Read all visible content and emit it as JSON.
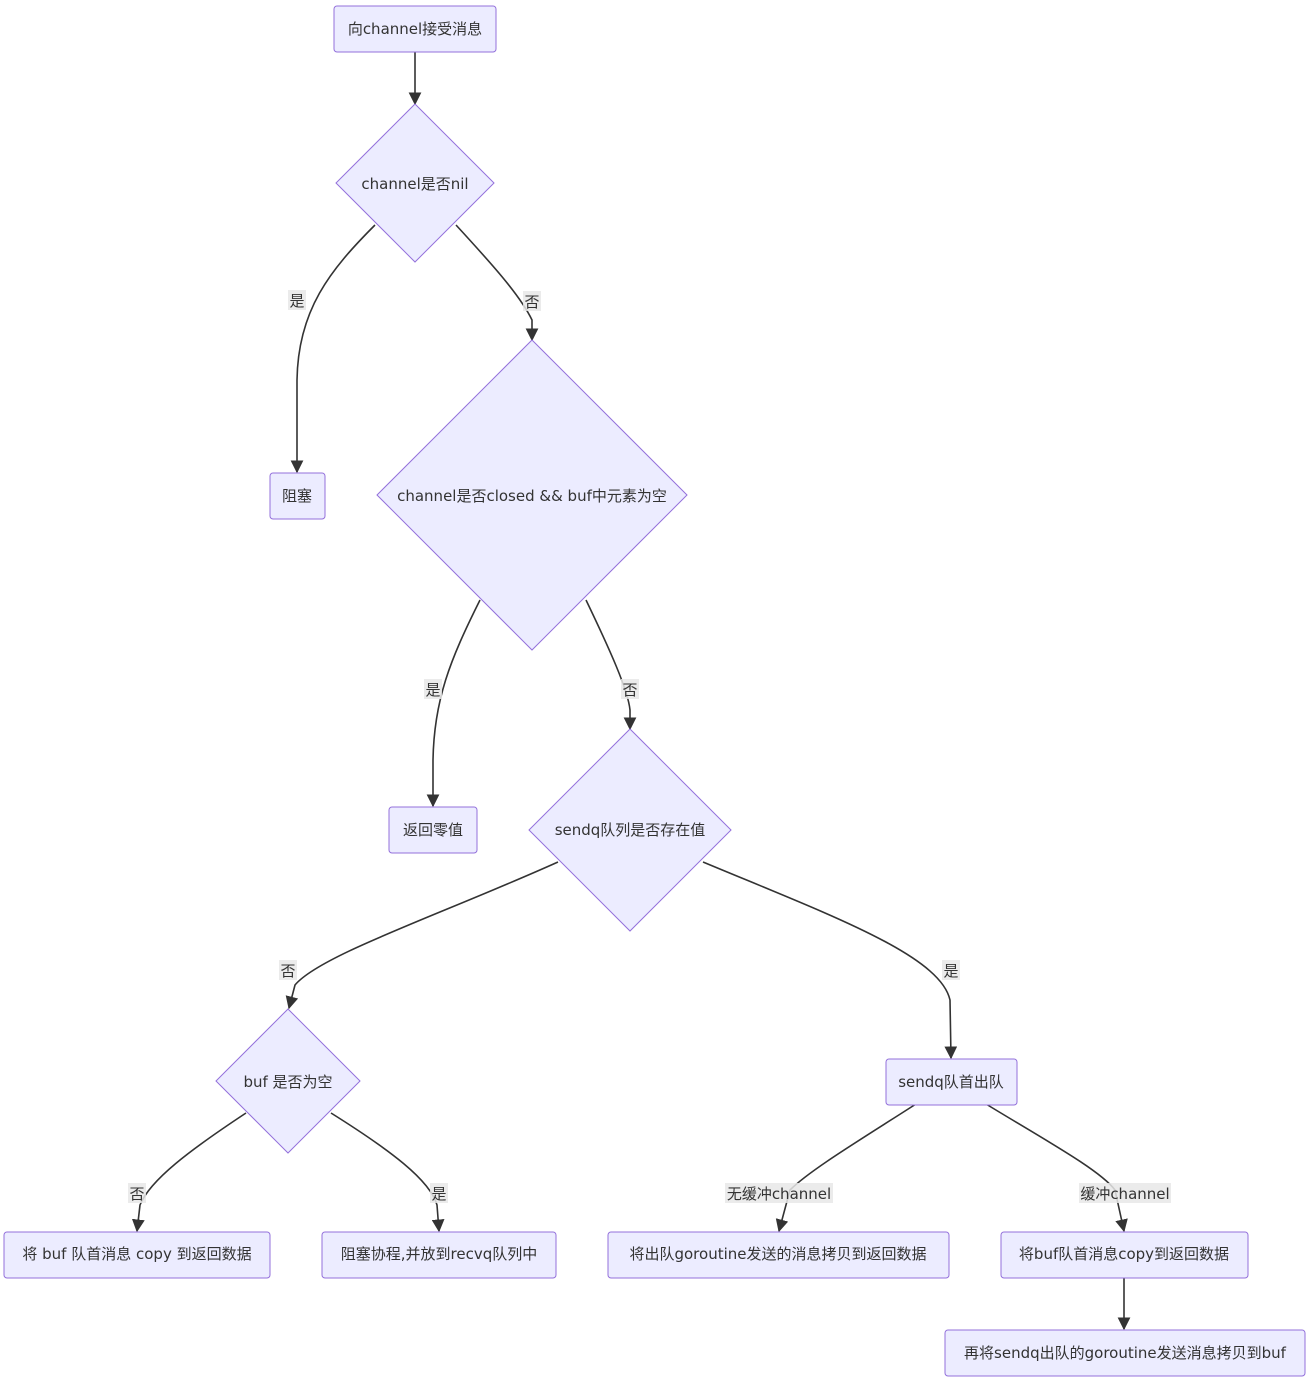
{
  "diagram": {
    "nodes": {
      "start": "向channel接受消息",
      "is_nil": "channel是否nil",
      "block": "阻塞",
      "closed_empty": "channel是否closed && buf中元素为空",
      "return_zero": "返回零值",
      "sendq_exists": "sendq队列是否存在值",
      "buf_empty": "buf 是否为空",
      "sendq_dequeue": "sendq队首出队",
      "copy_buf": "将 buf 队首消息 copy 到返回数据",
      "block_recvq": "阻塞协程,并放到recvq队列中",
      "copy_goroutine": "将出队goroutine发送的消息拷贝到返回数据",
      "copy_buf_head": "将buf队首消息copy到返回数据",
      "copy_to_buf": "再将sendq出队的goroutine发送消息拷贝到buf"
    },
    "edge_labels": {
      "nil_yes": "是",
      "nil_no": "否",
      "closed_yes": "是",
      "closed_no": "否",
      "sendq_no": "否",
      "sendq_yes": "是",
      "buf_no": "否",
      "buf_yes": "是",
      "unbuffered": "无缓冲channel",
      "buffered": "缓冲channel"
    },
    "colors": {
      "node_fill": "#ECECFF",
      "node_stroke": "#9370DB",
      "edge": "#333333"
    }
  }
}
